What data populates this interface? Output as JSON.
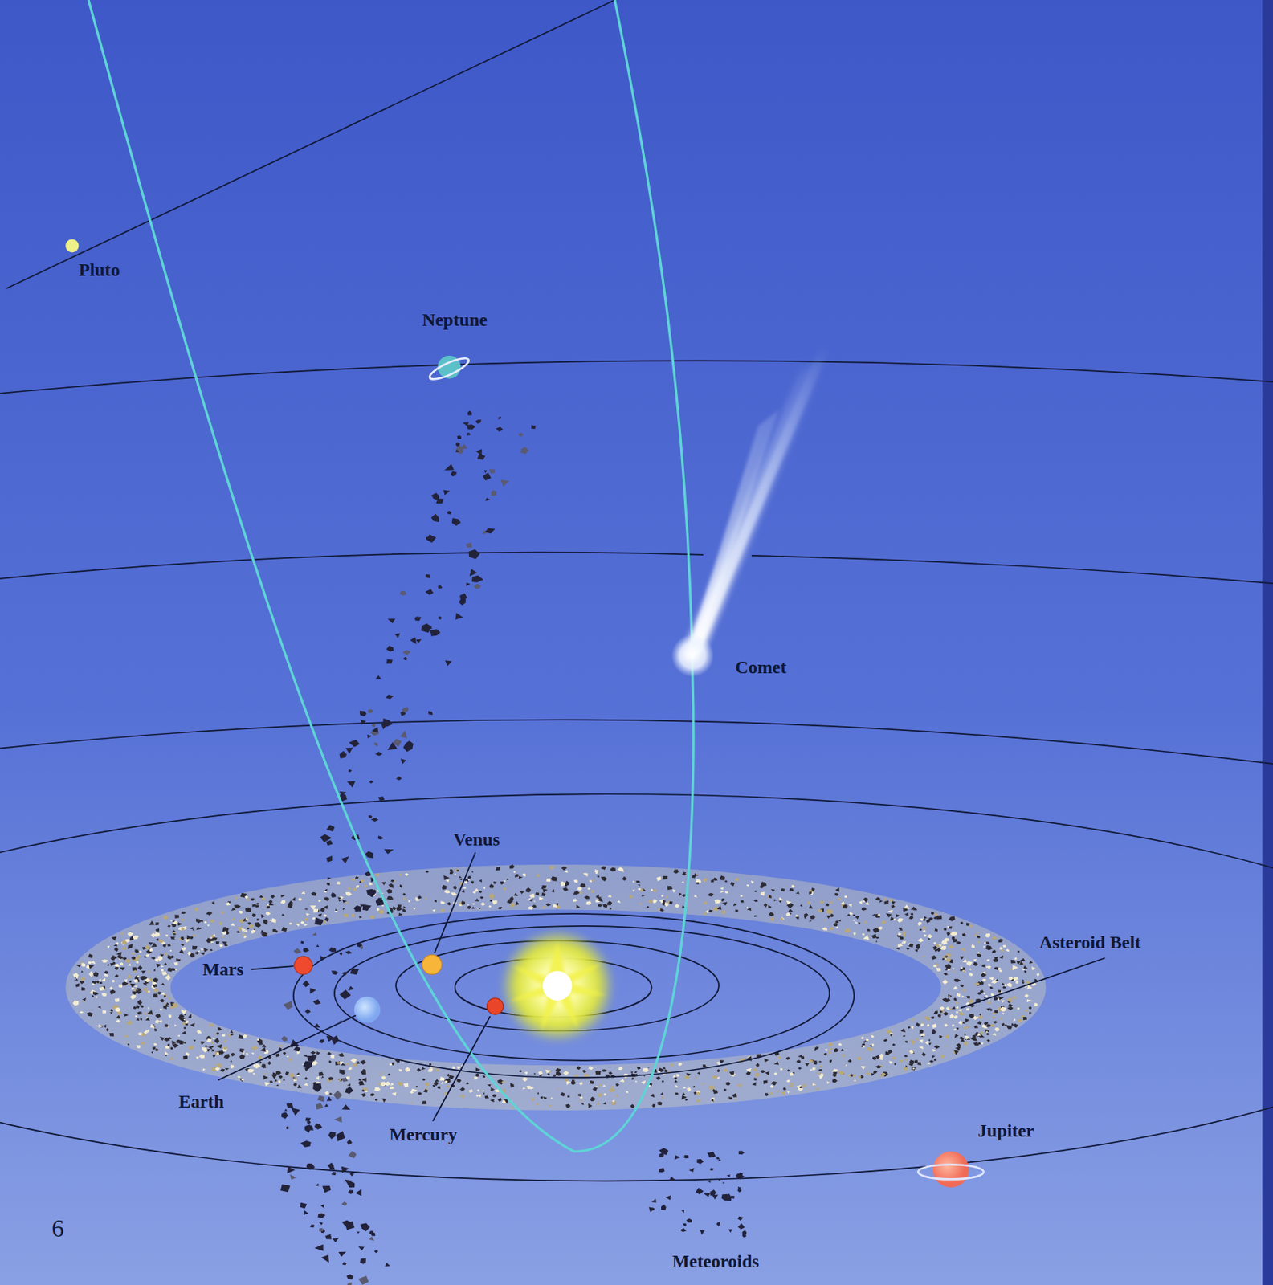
{
  "diagram": {
    "labels": [
      "Pluto",
      "Neptune",
      "Comet",
      "Venus",
      "Mars",
      "Asteroid Belt",
      "Earth",
      "Mercury",
      "Jupiter",
      "Meteoroids",
      "6"
    ]
  }
}
